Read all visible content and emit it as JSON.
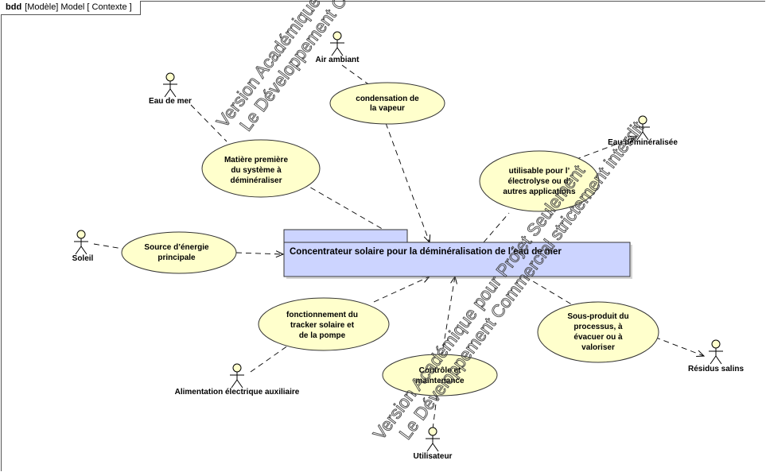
{
  "frame": {
    "keyword": "bdd",
    "title": "[Modèle] Model [ Contexte ]"
  },
  "block": {
    "name": "Concentrateur solaire pour la déminéralisation de l’eau de mer"
  },
  "actors": {
    "air": "Air ambiant",
    "sea": "Eau de mer",
    "demin": "Eau déminéralisée",
    "sun": "Soleil",
    "power": "Alimentation électrique auxiliaire",
    "salt": "Résidus salins",
    "user": "Utilisateur"
  },
  "usecases": {
    "condensation": [
      "condensation de",
      "la vapeur"
    ],
    "matiere": [
      "Matière    première",
      "du système à",
      "déminéraliser"
    ],
    "utilisable": [
      "utilisable pour l’",
      "électrolyse ou d’",
      "autres applications"
    ],
    "source": [
      "Source d’énergie",
      "principale"
    ],
    "tracker": [
      "fonctionnement du",
      "tracker solaire et",
      "de la pompe"
    ],
    "sousproduit": [
      "Sous-produit du",
      "processus, à",
      "évacuer ou à",
      "valoriser"
    ],
    "controle": [
      "Contrôle et",
      "maintenance"
    ]
  },
  "watermark": {
    "top": [
      "Version Académique pour",
      "Le Développement Comm"
    ],
    "bottom": [
      "Version Académique pour Projet Seulement",
      "Le Développement Commercial strictement interdit"
    ]
  },
  "colors": {
    "ellipse_fill": "#ffffcc",
    "block_fill": "#ccd4ff",
    "outline": "#333333"
  }
}
